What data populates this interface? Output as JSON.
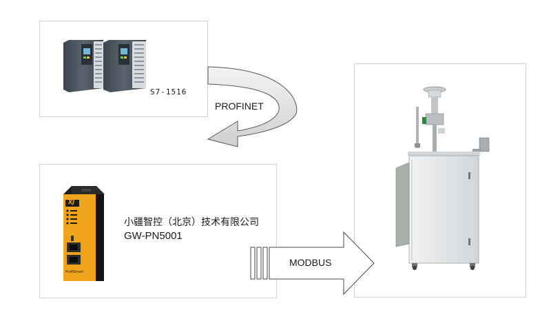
{
  "plc_panel": {
    "model_label": "S7-1516"
  },
  "profinet_arrow": {
    "label": "PROFINET"
  },
  "gateway_panel": {
    "company": "小疆智控（北京）技术有限公司",
    "model": "GW-PN5001",
    "device_brand": "XJ",
    "device_bottom_text": "ProfiSmart"
  },
  "modbus_arrow": {
    "label": "MODBUS"
  },
  "colors": {
    "gateway_yellow": "#f0a41c",
    "gateway_black": "#1d1d1d",
    "plc_body": "#4b5560",
    "cabinet": "#e3e6e8",
    "arrow_fill": "#d4d4d4"
  }
}
